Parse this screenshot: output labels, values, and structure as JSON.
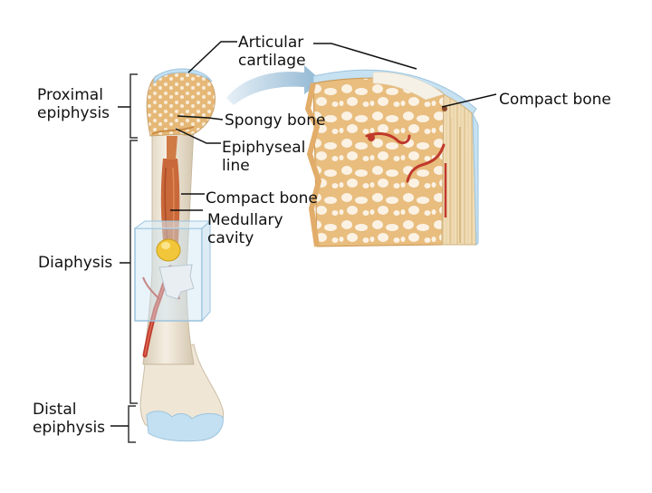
{
  "labels": {
    "articular_cartilage": "Articular\ncartilage",
    "proximal_epiphysis": "Proximal\nepiphysis",
    "spongy_bone": "Spongy bone",
    "epiphyseal_line": "Epiphyseal\nline",
    "compact_bone_left": "Compact bone",
    "medullary_cavity": "Medullary\ncavity",
    "diaphysis": "Diaphysis",
    "distal_epiphysis": "Distal\nepiphysis",
    "compact_bone_right": "Compact bone"
  },
  "colors": {
    "bone": "#efe6d6",
    "bone_shadow": "#d9cdb8",
    "spongy": "#e6b877",
    "spongy_dark": "#c98d45",
    "marrow": "#c9683a",
    "cartilage": "#bfdcef",
    "vessel": "#c0392b",
    "arrow": "#9fc3dc",
    "line": "#111111"
  }
}
